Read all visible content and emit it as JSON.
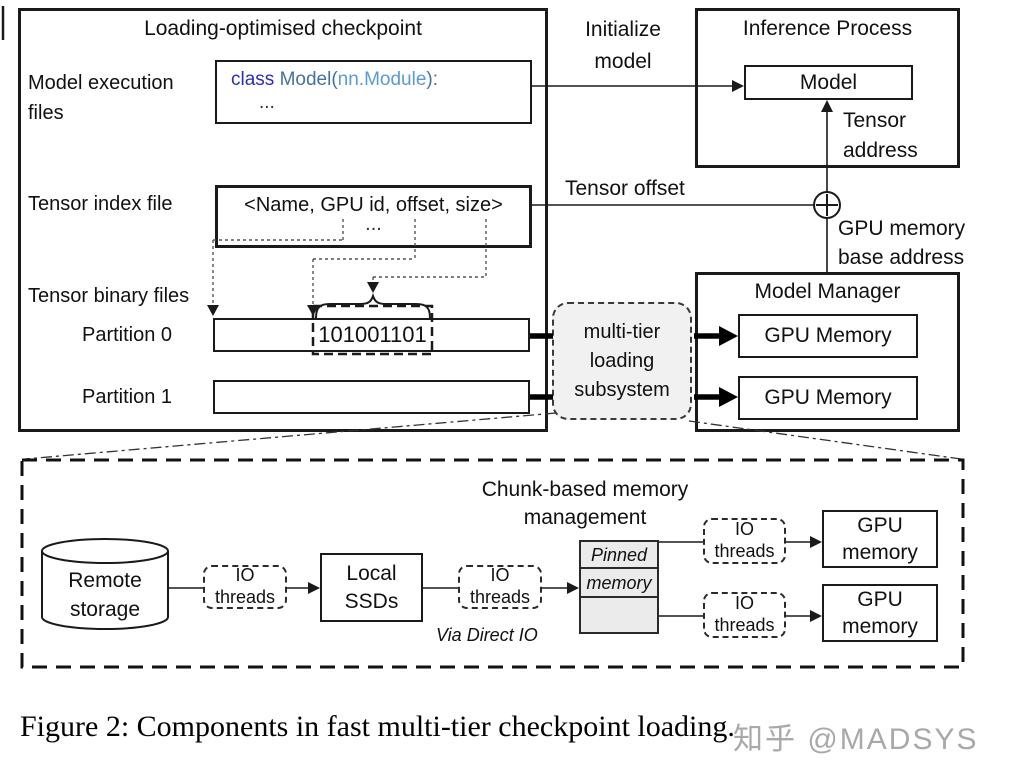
{
  "colors": {
    "keyword_blue": "#2b2bbf",
    "ident_blue": "#44729e",
    "module_blue": "#5b9bd5",
    "blob_fill": "#f1f1f1",
    "pinned_fill": "#ebebeb",
    "watermark_gray": "#a9a9a9",
    "line_black": "#1a1a1a"
  },
  "checkpoint": {
    "title": "Loading-optimised checkpoint",
    "model_execution_label": "Model execution files",
    "code": {
      "keyword": "class",
      "ident": " Model(",
      "module": "nn.Module",
      "tail": "):",
      "body": "..."
    },
    "tensor_index_label": "Tensor index file",
    "index_entry": "<Name, GPU id, offset, size>",
    "index_more": "...",
    "tensor_binary_label": "Tensor binary files",
    "partitions": [
      {
        "label": "Partition 0",
        "bits": "101001101"
      },
      {
        "label": "Partition 1",
        "bits": ""
      }
    ]
  },
  "flow_labels": {
    "initialize_model": "Initialize model",
    "tensor_offset": "Tensor offset",
    "tensor_address": "Tensor address",
    "gpu_memory_base_address": "GPU memory base address"
  },
  "inference_process": {
    "title": "Inference Process",
    "model": "Model"
  },
  "model_manager": {
    "title": "Model Manager",
    "gpu_memory": [
      "GPU Memory",
      "GPU Memory"
    ]
  },
  "subsystem": {
    "label": "multi-tier loading subsystem"
  },
  "chunk_subsystem": {
    "title": "Chunk-based memory management",
    "remote_storage": "Remote storage",
    "io_threads": "IO threads",
    "local_ssds": "Local SSDs",
    "via_direct_io": "Via Direct IO",
    "pinned_memory_line1": "Pinned",
    "pinned_memory_line2": "memory",
    "gpu_memory": [
      "GPU memory",
      "GPU memory"
    ]
  },
  "caption": "Figure 2: Components in fast multi-tier checkpoint loading.",
  "watermark": "知乎 @MADSYS"
}
